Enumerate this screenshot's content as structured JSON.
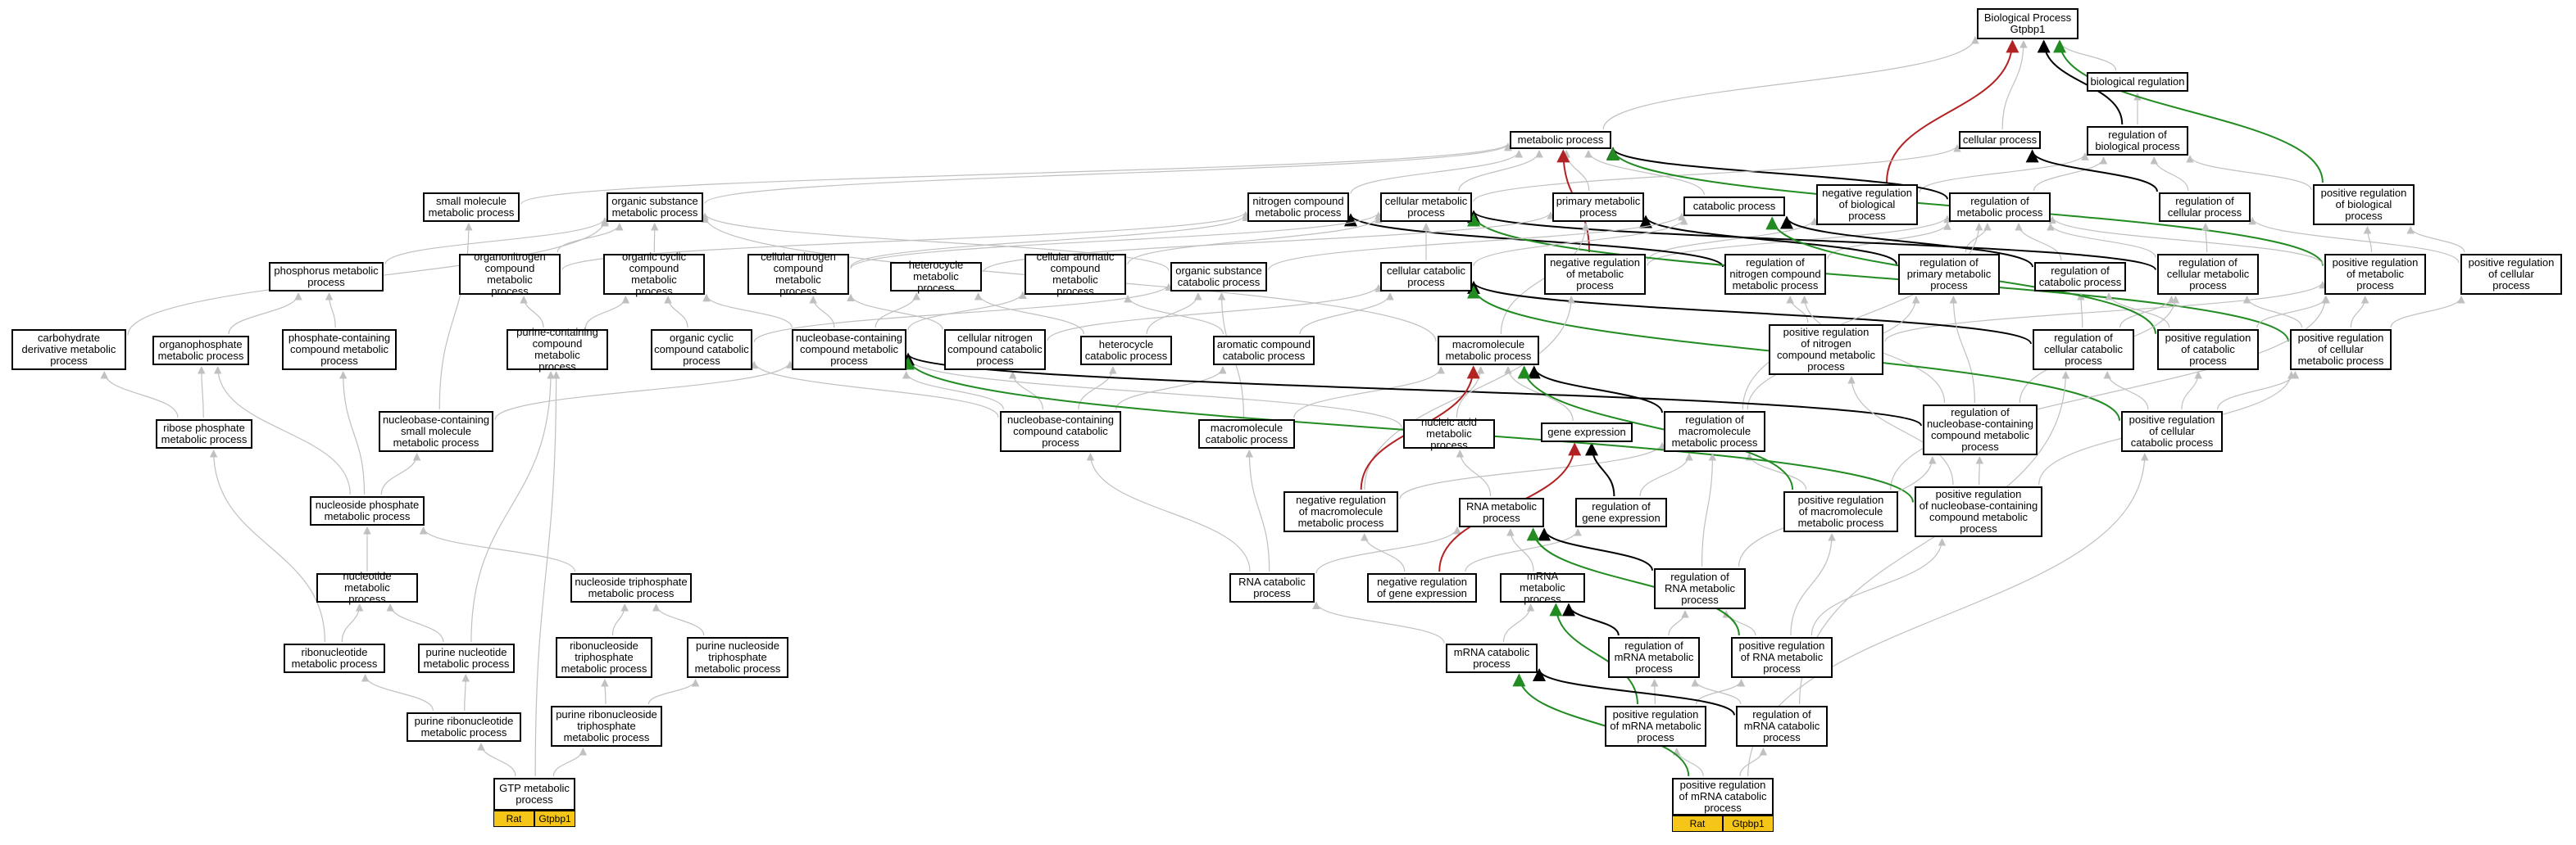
{
  "colors": {
    "edge_default": "#c0c0c0",
    "edge_negative": "#b22222",
    "edge_positive": "#228b22",
    "edge_regulates": "#000000",
    "tag_fill": "#f5c518"
  },
  "annotations": [
    {
      "node": "gtp",
      "species": "Rat",
      "gene": "Gtpbp1"
    },
    {
      "node": "pos_mrna_cat",
      "species": "Rat",
      "gene": "Gtpbp1"
    }
  ],
  "nodes": {
    "root": "Biological Process\nGtpbp1",
    "bio_reg": "biological regulation",
    "reg_bio": "regulation of\nbiological process",
    "cellular": "cellular process",
    "metabolic": "metabolic process",
    "neg_reg_bio": "negative regulation\nof biological\nprocess",
    "reg_met": "regulation of\nmetabolic process",
    "reg_cell": "regulation of\ncellular process",
    "pos_reg_bio": "positive regulation\nof biological\nprocess",
    "small_mol": "small molecule\nmetabolic process",
    "org_sub": "organic substance\nmetabolic process",
    "nitrogen": "nitrogen compound\nmetabolic process",
    "cell_met": "cellular metabolic\nprocess",
    "primary": "primary metabolic\nprocess",
    "catabolic": "catabolic process",
    "phosphorus": "phosphorus metabolic\nprocess",
    "organonitrogen": "organonitrogen\ncompound metabolic\nprocess",
    "org_cyclic": "organic cyclic\ncompound metabolic\nprocess",
    "cell_nitrogen": "cellular nitrogen\ncompound metabolic\nprocess",
    "heterocycle": "heterocycle\nmetabolic process",
    "cell_aromatic": "cellular aromatic\ncompound metabolic\nprocess",
    "org_sub_cat": "organic substance\ncatabolic process",
    "cell_cat": "cellular catabolic\nprocess",
    "neg_reg_met": "negative regulation\nof metabolic\nprocess",
    "reg_nitrogen": "regulation of\nnitrogen compound\nmetabolic process",
    "reg_primary": "regulation of\nprimary metabolic\nprocess",
    "reg_catabolic": "regulation of\ncatabolic process",
    "reg_cell_met": "regulation of\ncellular metabolic\nprocess",
    "pos_reg_met": "positive regulation\nof metabolic\nprocess",
    "pos_reg_cell": "positive regulation\nof cellular\nprocess",
    "carbohydrate": "carbohydrate\nderivative metabolic\nprocess",
    "organophosphate": "organophosphate\nmetabolic process",
    "phosphate_cont": "phosphate-containing\ncompound metabolic\nprocess",
    "purine_cont": "purine-containing\ncompound metabolic\nprocess",
    "org_cyclic_cat": "organic cyclic\ncompound catabolic\nprocess",
    "nucleobase_met": "nucleobase-containing\ncompound metabolic\nprocess",
    "cell_nitrogen_cat": "cellular nitrogen\ncompound catabolic\nprocess",
    "heterocycle_cat": "heterocycle\ncatabolic process",
    "aromatic_cat": "aromatic compound\ncatabolic process",
    "macromolecule": "macromolecule\nmetabolic process",
    "pos_reg_nitrogen": "positive regulation\nof nitrogen\ncompound metabolic\nprocess",
    "reg_cell_cat": "regulation of\ncellular catabolic\nprocess",
    "pos_reg_catabolic": "positive regulation\nof catabolic\nprocess",
    "pos_reg_cell_met": "positive regulation\nof cellular\nmetabolic process",
    "ribose": "ribose phosphate\nmetabolic process",
    "nucleobase_small": "nucleobase-containing\nsmall molecule\nmetabolic process",
    "nucleobase_cat": "nucleobase-containing\ncompound catabolic\nprocess",
    "macro_cat": "macromolecule\ncatabolic process",
    "nucleic_acid": "nucleic acid\nmetabolic process",
    "gene_expr": "gene expression",
    "reg_macro": "regulation of\nmacromolecule\nmetabolic process",
    "reg_nucleobase": "regulation of\nnucleobase-containing\ncompound metabolic\nprocess",
    "pos_reg_cell_cat": "positive regulation\nof cellular\ncatabolic process",
    "nucleoside_phos": "nucleoside phosphate\nmetabolic process",
    "neg_reg_macro": "negative regulation\nof macromolecule\nmetabolic process",
    "rna_met": "RNA metabolic\nprocess",
    "reg_gene_expr": "regulation of\ngene expression",
    "pos_reg_macro": "positive regulation\nof macromolecule\nmetabolic process",
    "pos_reg_nucleobase": "positive regulation\nof nucleobase-containing\ncompound metabolic\nprocess",
    "nucleotide": "nucleotide metabolic\nprocess",
    "nucleoside_tri": "nucleoside triphosphate\nmetabolic process",
    "rna_cat": "RNA catabolic\nprocess",
    "neg_reg_gene": "negative regulation\nof gene expression",
    "mrna_met": "mRNA metabolic\nprocess",
    "reg_rna_met": "regulation of\nRNA metabolic\nprocess",
    "ribonucleotide": "ribonucleotide\nmetabolic process",
    "purine_nucleotide": "purine nucleotide\nmetabolic process",
    "ribonucleoside_tri": "ribonucleoside\ntriphosphate\nmetabolic process",
    "purine_nucleoside_tri": "purine nucleoside\ntriphosphate\nmetabolic process",
    "mrna_cat": "mRNA catabolic\nprocess",
    "reg_mrna_met": "regulation of\nmRNA metabolic\nprocess",
    "pos_reg_rna": "positive regulation\nof RNA metabolic\nprocess",
    "purine_ribonucleotide": "purine ribonucleotide\nmetabolic process",
    "purine_ribonucleoside_tri": "purine ribonucleoside\ntriphosphate\nmetabolic process",
    "pos_reg_mrna_met": "positive regulation\nof mRNA metabolic\nprocess",
    "reg_mrna_cat": "regulation of\nmRNA catabolic\nprocess",
    "gtp": "GTP metabolic\nprocess",
    "pos_mrna_cat": "positive regulation\nof mRNA catabolic\nprocess"
  },
  "edges": [
    [
      "bio_reg",
      "root",
      "default"
    ],
    [
      "reg_bio",
      "bio_reg",
      "default"
    ],
    [
      "reg_bio",
      "root",
      "regulates"
    ],
    [
      "cellular",
      "root",
      "default"
    ],
    [
      "metabolic",
      "root",
      "default"
    ],
    [
      "neg_reg_bio",
      "root",
      "negative"
    ],
    [
      "pos_reg_bio",
      "root",
      "positive"
    ],
    [
      "reg_met",
      "reg_bio",
      "default"
    ],
    [
      "reg_cell",
      "reg_bio",
      "default"
    ],
    [
      "pos_reg_bio",
      "reg_bio",
      "default"
    ],
    [
      "neg_reg_bio",
      "reg_bio",
      "default"
    ],
    [
      "reg_cell",
      "cellular",
      "regulates"
    ],
    [
      "reg_met",
      "metabolic",
      "regulates"
    ],
    [
      "pos_reg_cell",
      "reg_cell",
      "default"
    ],
    [
      "pos_reg_cell",
      "pos_reg_bio",
      "default"
    ],
    [
      "small_mol",
      "metabolic",
      "default"
    ],
    [
      "org_sub",
      "metabolic",
      "default"
    ],
    [
      "nitrogen",
      "metabolic",
      "default"
    ],
    [
      "cell_met",
      "metabolic",
      "default"
    ],
    [
      "cell_met",
      "cellular",
      "default"
    ],
    [
      "primary",
      "metabolic",
      "default"
    ],
    [
      "catabolic",
      "metabolic",
      "default"
    ],
    [
      "neg_reg_met",
      "metabolic",
      "negative"
    ],
    [
      "pos_reg_met",
      "metabolic",
      "positive"
    ],
    [
      "neg_reg_met",
      "reg_met",
      "default"
    ],
    [
      "neg_reg_met",
      "neg_reg_bio",
      "default"
    ],
    [
      "pos_reg_met",
      "reg_met",
      "default"
    ],
    [
      "pos_reg_met",
      "pos_reg_bio",
      "default"
    ],
    [
      "reg_nitrogen",
      "reg_met",
      "default"
    ],
    [
      "reg_nitrogen",
      "nitrogen",
      "regulates"
    ],
    [
      "reg_primary",
      "reg_met",
      "default"
    ],
    [
      "reg_primary",
      "primary",
      "regulates"
    ],
    [
      "reg_catabolic",
      "reg_met",
      "default"
    ],
    [
      "reg_catabolic",
      "catabolic",
      "regulates"
    ],
    [
      "reg_cell_met",
      "reg_met",
      "default"
    ],
    [
      "reg_cell_met",
      "reg_cell",
      "default"
    ],
    [
      "reg_cell_met",
      "cell_met",
      "regulates"
    ],
    [
      "pos_reg_cell_met",
      "pos_reg_met",
      "default"
    ],
    [
      "pos_reg_cell_met",
      "reg_cell_met",
      "default"
    ],
    [
      "pos_reg_cell_met",
      "pos_reg_cell",
      "default"
    ],
    [
      "pos_reg_cell_met",
      "cell_met",
      "positive"
    ],
    [
      "phosphorus",
      "org_sub",
      "default"
    ],
    [
      "organonitrogen",
      "org_sub",
      "default"
    ],
    [
      "organonitrogen",
      "nitrogen",
      "default"
    ],
    [
      "org_cyclic",
      "org_sub",
      "default"
    ],
    [
      "cell_nitrogen",
      "nitrogen",
      "default"
    ],
    [
      "cell_nitrogen",
      "cell_met",
      "default"
    ],
    [
      "heterocycle",
      "primary",
      "default"
    ],
    [
      "cell_aromatic",
      "cell_met",
      "default"
    ],
    [
      "org_sub_cat",
      "org_sub",
      "default"
    ],
    [
      "org_sub_cat",
      "catabolic",
      "default"
    ],
    [
      "cell_cat",
      "cell_met",
      "default"
    ],
    [
      "cell_cat",
      "catabolic",
      "default"
    ],
    [
      "carbohydrate",
      "org_sub",
      "default"
    ],
    [
      "organophosphate",
      "phosphorus",
      "default"
    ],
    [
      "phosphate_cont",
      "phosphorus",
      "default"
    ],
    [
      "purine_cont",
      "organonitrogen",
      "default"
    ],
    [
      "purine_cont",
      "org_cyclic",
      "default"
    ],
    [
      "org_cyclic_cat",
      "org_cyclic",
      "default"
    ],
    [
      "org_cyclic_cat",
      "org_sub_cat",
      "default"
    ],
    [
      "nucleobase_met",
      "cell_nitrogen",
      "default"
    ],
    [
      "nucleobase_met",
      "heterocycle",
      "default"
    ],
    [
      "nucleobase_met",
      "cell_aromatic",
      "default"
    ],
    [
      "nucleobase_met",
      "org_cyclic",
      "default"
    ],
    [
      "cell_nitrogen_cat",
      "cell_nitrogen",
      "default"
    ],
    [
      "cell_nitrogen_cat",
      "cell_cat",
      "default"
    ],
    [
      "heterocycle_cat",
      "heterocycle",
      "default"
    ],
    [
      "heterocycle_cat",
      "org_sub_cat",
      "default"
    ],
    [
      "aromatic_cat",
      "cell_aromatic",
      "default"
    ],
    [
      "aromatic_cat",
      "cell_cat",
      "default"
    ],
    [
      "macromolecule",
      "primary",
      "default"
    ],
    [
      "macromolecule",
      "org_sub",
      "default"
    ],
    [
      "pos_reg_nitrogen",
      "reg_nitrogen",
      "default"
    ],
    [
      "pos_reg_nitrogen",
      "pos_reg_met",
      "default"
    ],
    [
      "reg_cell_cat",
      "reg_catabolic",
      "default"
    ],
    [
      "reg_cell_cat",
      "reg_cell_met",
      "default"
    ],
    [
      "reg_cell_cat",
      "cell_cat",
      "regulates"
    ],
    [
      "pos_reg_catabolic",
      "reg_catabolic",
      "default"
    ],
    [
      "pos_reg_catabolic",
      "pos_reg_met",
      "default"
    ],
    [
      "pos_reg_catabolic",
      "catabolic",
      "positive"
    ],
    [
      "ribose",
      "organophosphate",
      "default"
    ],
    [
      "ribose",
      "carbohydrate",
      "default"
    ],
    [
      "nucleobase_small",
      "small_mol",
      "default"
    ],
    [
      "nucleobase_small",
      "nucleobase_met",
      "default"
    ],
    [
      "nucleobase_cat",
      "nucleobase_met",
      "default"
    ],
    [
      "nucleobase_cat",
      "cell_nitrogen_cat",
      "default"
    ],
    [
      "nucleobase_cat",
      "heterocycle_cat",
      "default"
    ],
    [
      "nucleobase_cat",
      "aromatic_cat",
      "default"
    ],
    [
      "nucleobase_cat",
      "org_cyclic_cat",
      "default"
    ],
    [
      "macro_cat",
      "macromolecule",
      "default"
    ],
    [
      "macro_cat",
      "org_sub_cat",
      "default"
    ],
    [
      "nucleic_acid",
      "macromolecule",
      "default"
    ],
    [
      "nucleic_acid",
      "nucleobase_met",
      "default"
    ],
    [
      "gene_expr",
      "macromolecule",
      "default"
    ],
    [
      "reg_macro",
      "reg_primary",
      "default"
    ],
    [
      "reg_macro",
      "reg_met",
      "default"
    ],
    [
      "reg_macro",
      "macromolecule",
      "regulates"
    ],
    [
      "reg_nucleobase",
      "reg_cell_met",
      "default"
    ],
    [
      "reg_nucleobase",
      "reg_primary",
      "default"
    ],
    [
      "reg_nucleobase",
      "reg_nitrogen",
      "default"
    ],
    [
      "reg_nucleobase",
      "nucleobase_met",
      "regulates"
    ],
    [
      "pos_reg_cell_cat",
      "reg_cell_cat",
      "default"
    ],
    [
      "pos_reg_cell_cat",
      "pos_reg_catabolic",
      "default"
    ],
    [
      "pos_reg_cell_cat",
      "pos_reg_cell_met",
      "default"
    ],
    [
      "pos_reg_cell_cat",
      "cell_cat",
      "positive"
    ],
    [
      "nucleoside_phos",
      "nucleobase_small",
      "default"
    ],
    [
      "nucleoside_phos",
      "organophosphate",
      "default"
    ],
    [
      "nucleoside_phos",
      "phosphate_cont",
      "default"
    ],
    [
      "neg_reg_macro",
      "reg_macro",
      "default"
    ],
    [
      "neg_reg_macro",
      "neg_reg_met",
      "default"
    ],
    [
      "neg_reg_macro",
      "macromolecule",
      "negative"
    ],
    [
      "rna_met",
      "nucleic_acid",
      "default"
    ],
    [
      "reg_gene_expr",
      "reg_macro",
      "default"
    ],
    [
      "reg_gene_expr",
      "gene_expr",
      "regulates"
    ],
    [
      "pos_reg_macro",
      "reg_macro",
      "default"
    ],
    [
      "pos_reg_macro",
      "pos_reg_met",
      "default"
    ],
    [
      "pos_reg_macro",
      "macromolecule",
      "positive"
    ],
    [
      "pos_reg_nucleobase",
      "reg_nucleobase",
      "default"
    ],
    [
      "pos_reg_nucleobase",
      "pos_reg_nitrogen",
      "default"
    ],
    [
      "pos_reg_nucleobase",
      "pos_reg_cell_met",
      "default"
    ],
    [
      "pos_reg_nucleobase",
      "nucleobase_met",
      "positive"
    ],
    [
      "nucleotide",
      "nucleoside_phos",
      "default"
    ],
    [
      "nucleoside_tri",
      "nucleoside_phos",
      "default"
    ],
    [
      "rna_cat",
      "rna_met",
      "default"
    ],
    [
      "rna_cat",
      "macro_cat",
      "default"
    ],
    [
      "rna_cat",
      "nucleobase_cat",
      "default"
    ],
    [
      "neg_reg_gene",
      "reg_gene_expr",
      "default"
    ],
    [
      "neg_reg_gene",
      "neg_reg_macro",
      "default"
    ],
    [
      "neg_reg_gene",
      "gene_expr",
      "negative"
    ],
    [
      "mrna_met",
      "rna_met",
      "default"
    ],
    [
      "reg_rna_met",
      "reg_nucleobase",
      "default"
    ],
    [
      "reg_rna_met",
      "reg_macro",
      "default"
    ],
    [
      "reg_rna_met",
      "rna_met",
      "regulates"
    ],
    [
      "ribonucleotide",
      "nucleotide",
      "default"
    ],
    [
      "ribonucleotide",
      "ribose",
      "default"
    ],
    [
      "purine_nucleotide",
      "nucleotide",
      "default"
    ],
    [
      "purine_nucleotide",
      "purine_cont",
      "default"
    ],
    [
      "ribonucleoside_tri",
      "nucleoside_tri",
      "default"
    ],
    [
      "purine_nucleoside_tri",
      "nucleoside_tri",
      "default"
    ],
    [
      "mrna_cat",
      "mrna_met",
      "default"
    ],
    [
      "mrna_cat",
      "rna_cat",
      "default"
    ],
    [
      "reg_mrna_met",
      "reg_rna_met",
      "default"
    ],
    [
      "reg_mrna_met",
      "mrna_met",
      "regulates"
    ],
    [
      "pos_reg_rna",
      "reg_rna_met",
      "default"
    ],
    [
      "pos_reg_rna",
      "pos_reg_macro",
      "default"
    ],
    [
      "pos_reg_rna",
      "pos_reg_nucleobase",
      "default"
    ],
    [
      "pos_reg_rna",
      "rna_met",
      "positive"
    ],
    [
      "purine_ribonucleotide",
      "ribonucleotide",
      "default"
    ],
    [
      "purine_ribonucleotide",
      "purine_nucleotide",
      "default"
    ],
    [
      "purine_ribonucleoside_tri",
      "ribonucleoside_tri",
      "default"
    ],
    [
      "purine_ribonucleoside_tri",
      "purine_nucleoside_tri",
      "default"
    ],
    [
      "pos_reg_mrna_met",
      "reg_mrna_met",
      "default"
    ],
    [
      "pos_reg_mrna_met",
      "pos_reg_rna",
      "default"
    ],
    [
      "pos_reg_mrna_met",
      "mrna_met",
      "positive"
    ],
    [
      "reg_mrna_cat",
      "reg_mrna_met",
      "default"
    ],
    [
      "reg_mrna_cat",
      "reg_cell_cat",
      "default"
    ],
    [
      "reg_mrna_cat",
      "mrna_cat",
      "regulates"
    ],
    [
      "gtp",
      "purine_ribonucleotide",
      "default"
    ],
    [
      "gtp",
      "purine_ribonucleoside_tri",
      "default"
    ],
    [
      "gtp",
      "purine_cont",
      "default"
    ],
    [
      "pos_mrna_cat",
      "reg_mrna_cat",
      "default"
    ],
    [
      "pos_mrna_cat",
      "pos_reg_mrna_met",
      "default"
    ],
    [
      "pos_mrna_cat",
      "pos_reg_cell_cat",
      "default"
    ],
    [
      "pos_mrna_cat",
      "mrna_cat",
      "positive"
    ]
  ]
}
